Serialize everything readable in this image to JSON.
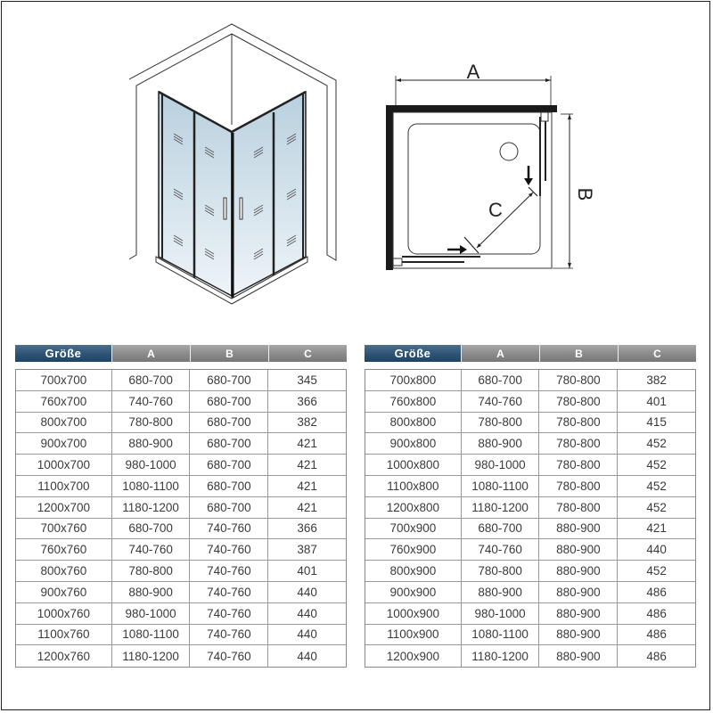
{
  "diagram": {
    "plan_labels": {
      "a": "A",
      "b": "B",
      "c": "C"
    }
  },
  "tables": {
    "headers": {
      "size": "Größe",
      "a": "A",
      "b": "B",
      "c": "C"
    },
    "left": [
      {
        "size": "700x700",
        "a": "680-700",
        "b": "680-700",
        "c": "345"
      },
      {
        "size": "760x700",
        "a": "740-760",
        "b": "680-700",
        "c": "366"
      },
      {
        "size": "800x700",
        "a": "780-800",
        "b": "680-700",
        "c": "382"
      },
      {
        "size": "900x700",
        "a": "880-900",
        "b": "680-700",
        "c": "421"
      },
      {
        "size": "1000x700",
        "a": "980-1000",
        "b": "680-700",
        "c": "421"
      },
      {
        "size": "1100x700",
        "a": "1080-1100",
        "b": "680-700",
        "c": "421"
      },
      {
        "size": "1200x700",
        "a": "1180-1200",
        "b": "680-700",
        "c": "421"
      },
      {
        "size": "700x760",
        "a": "680-700",
        "b": "740-760",
        "c": "366"
      },
      {
        "size": "760x760",
        "a": "740-760",
        "b": "740-760",
        "c": "387"
      },
      {
        "size": "800x760",
        "a": "780-800",
        "b": "740-760",
        "c": "401"
      },
      {
        "size": "900x760",
        "a": "880-900",
        "b": "740-760",
        "c": "440"
      },
      {
        "size": "1000x760",
        "a": "980-1000",
        "b": "740-760",
        "c": "440"
      },
      {
        "size": "1100x760",
        "a": "1080-1100",
        "b": "740-760",
        "c": "440"
      },
      {
        "size": "1200x760",
        "a": "1180-1200",
        "b": "740-760",
        "c": "440"
      }
    ],
    "right": [
      {
        "size": "700x800",
        "a": "680-700",
        "b": "780-800",
        "c": "382"
      },
      {
        "size": "760x800",
        "a": "740-760",
        "b": "780-800",
        "c": "401"
      },
      {
        "size": "800x800",
        "a": "780-800",
        "b": "780-800",
        "c": "415"
      },
      {
        "size": "900x800",
        "a": "880-900",
        "b": "780-800",
        "c": "452"
      },
      {
        "size": "1000x800",
        "a": "980-1000",
        "b": "780-800",
        "c": "452"
      },
      {
        "size": "1100x800",
        "a": "1080-1100",
        "b": "780-800",
        "c": "452"
      },
      {
        "size": "1200x800",
        "a": "1180-1200",
        "b": "780-800",
        "c": "452"
      },
      {
        "size": "700x900",
        "a": "680-700",
        "b": "880-900",
        "c": "421"
      },
      {
        "size": "760x900",
        "a": "740-760",
        "b": "880-900",
        "c": "440"
      },
      {
        "size": "800x900",
        "a": "780-800",
        "b": "880-900",
        "c": "452"
      },
      {
        "size": "900x900",
        "a": "880-900",
        "b": "880-900",
        "c": "486"
      },
      {
        "size": "1000x900",
        "a": "980-1000",
        "b": "880-900",
        "c": "486"
      },
      {
        "size": "1100x900",
        "a": "1080-1100",
        "b": "880-900",
        "c": "486"
      },
      {
        "size": "1200x900",
        "a": "1180-1200",
        "b": "880-900",
        "c": "486"
      }
    ]
  },
  "colors": {
    "header_size_bg": "#2f5676",
    "header_col_bg": "#8f8f8f",
    "glass": "#c9dbe6",
    "frame": "#1a1a1a"
  }
}
